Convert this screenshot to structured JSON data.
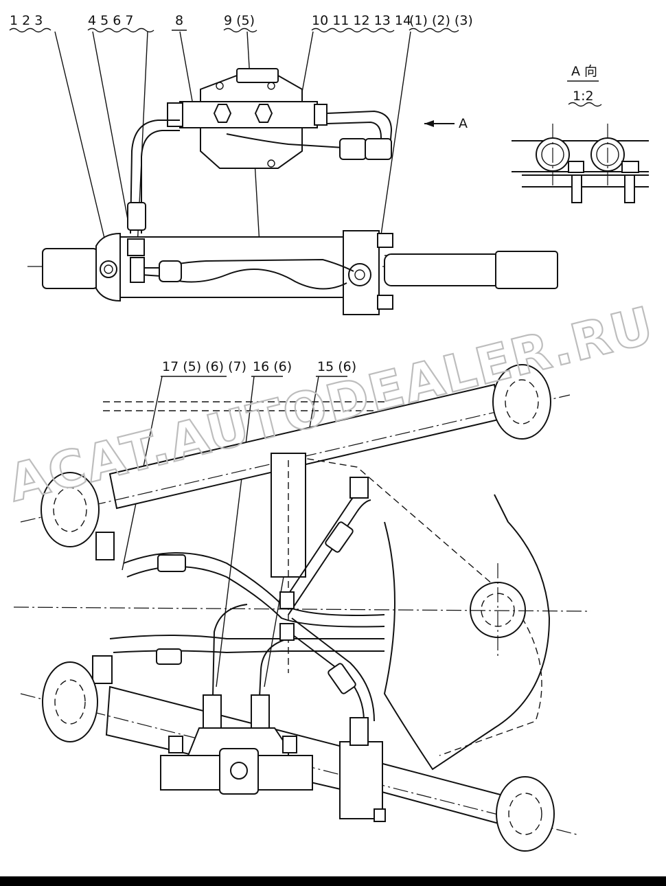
{
  "top_labels": [
    {
      "id": "label-1-2-3",
      "text": "1 2 3"
    },
    {
      "id": "label-4-5-6-7",
      "text": "4 5 6 7"
    },
    {
      "id": "label-8",
      "text": "8"
    },
    {
      "id": "label-9-5",
      "text": "9 (5)"
    },
    {
      "id": "label-10-14",
      "text": "10 11 12 13 14"
    },
    {
      "id": "label-1-2-3-paren",
      "text": "(1) (2) (3)"
    }
  ],
  "view_arrow_label": "A",
  "detail": {
    "title": "A 向",
    "scale": "1:2"
  },
  "bottom_labels": [
    {
      "id": "label-17",
      "text": "17 (5) (6) (7)"
    },
    {
      "id": "label-16",
      "text": "16 (6)"
    },
    {
      "id": "label-15",
      "text": "15 (6)"
    }
  ],
  "watermark": "ACAT.AUTODEALER.RU"
}
